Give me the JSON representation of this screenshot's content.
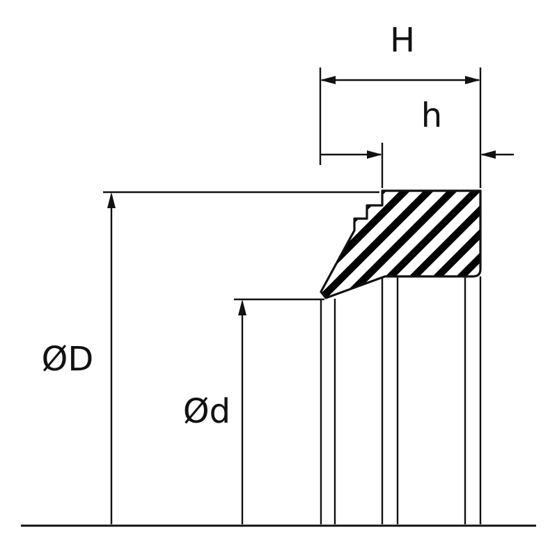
{
  "diagram": {
    "labels": {
      "overall_width": "H",
      "back_width": "h",
      "outer_diameter": "ØD",
      "inner_diameter": "Ød"
    },
    "colors": {
      "line": "#111111",
      "hatch": "#000000",
      "background": "#ffffff"
    }
  }
}
